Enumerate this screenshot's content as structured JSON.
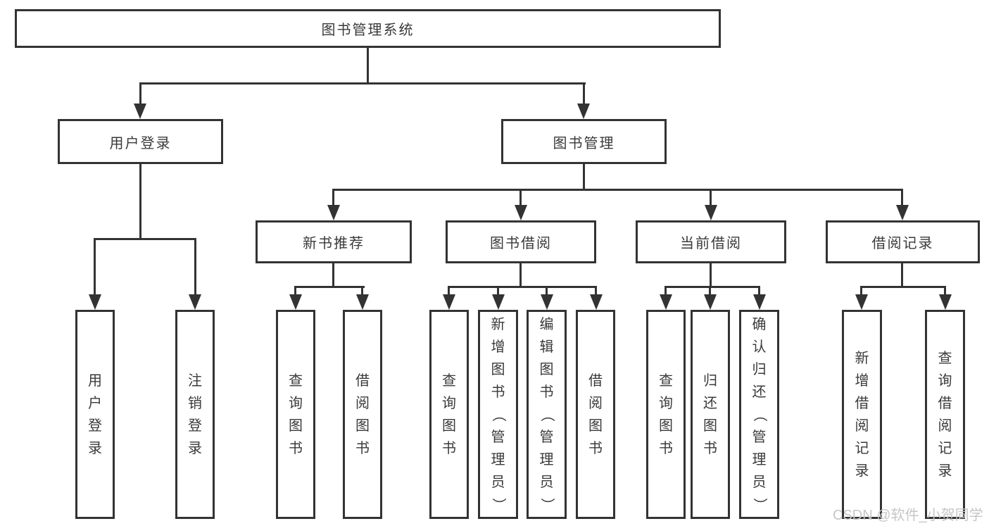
{
  "diagram": {
    "title": "图书管理系统",
    "watermark": "CSDN @软件_小贺同学",
    "colors": {
      "background": "#ffffff",
      "box_fill": "#ffffff",
      "box_border": "#333333",
      "line": "#333333",
      "text": "#3a3a3a",
      "watermark_text": "#c8c5c5"
    },
    "nodes": {
      "root": {
        "label": "图书管理系统"
      },
      "user_login": {
        "label": "用户登录"
      },
      "book_mgmt": {
        "label": "图书管理"
      },
      "new_book_rec": {
        "label": "新书推荐"
      },
      "book_borrow": {
        "label": "图书借阅"
      },
      "current_borrow": {
        "label": "当前借阅"
      },
      "borrow_records": {
        "label": "借阅记录"
      },
      "leaf_user_login": {
        "label": "用户登录"
      },
      "leaf_logout": {
        "label": "注销登录"
      },
      "leaf_nb_query": {
        "label": "查询图书"
      },
      "leaf_nb_borrow": {
        "label": "借阅图书"
      },
      "leaf_bb_query": {
        "label": "查询图书"
      },
      "leaf_bb_add": {
        "label": "新增图书（管理员）"
      },
      "leaf_bb_edit": {
        "label": "编辑图书（管理员）"
      },
      "leaf_bb_borrow": {
        "label": "借阅图书"
      },
      "leaf_cb_query": {
        "label": "查询图书"
      },
      "leaf_cb_return": {
        "label": "归还图书"
      },
      "leaf_cb_confirm": {
        "label": "确认归还（管理员）"
      },
      "leaf_br_add": {
        "label": "新增借阅记录"
      },
      "leaf_br_query": {
        "label": "查询借阅记录"
      }
    },
    "hierarchy": {
      "label": "图书管理系统",
      "children": [
        {
          "label": "用户登录",
          "children": [
            {
              "label": "用户登录"
            },
            {
              "label": "注销登录"
            }
          ]
        },
        {
          "label": "图书管理",
          "children": [
            {
              "label": "新书推荐",
              "children": [
                {
                  "label": "查询图书"
                },
                {
                  "label": "借阅图书"
                }
              ]
            },
            {
              "label": "图书借阅",
              "children": [
                {
                  "label": "查询图书"
                },
                {
                  "label": "新增图书（管理员）"
                },
                {
                  "label": "编辑图书（管理员）"
                },
                {
                  "label": "借阅图书"
                }
              ]
            },
            {
              "label": "当前借阅",
              "children": [
                {
                  "label": "查询图书"
                },
                {
                  "label": "归还图书"
                },
                {
                  "label": "确认归还（管理员）"
                }
              ]
            },
            {
              "label": "借阅记录",
              "children": [
                {
                  "label": "新增借阅记录"
                },
                {
                  "label": "查询借阅记录"
                }
              ]
            }
          ]
        }
      ]
    }
  }
}
